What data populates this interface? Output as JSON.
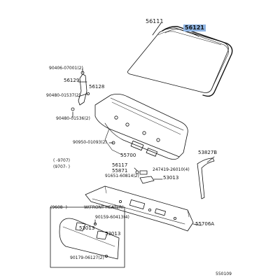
{
  "diagram": {
    "highlight_color": "#8eb4e3",
    "line_color": "#111111",
    "inset_box": {
      "heading_code": "(9608-      )",
      "heading_note": "W(FRONT HEATER)"
    },
    "labels": {
      "p56111": "56111",
      "p56121": "56121",
      "p90406": "90406-07001(2)",
      "p56129": "56129",
      "p56128": "56128",
      "p90480a": "90480-01537(2)",
      "p90480b": "90480-01536(2)",
      "p90950": "90950-01093(2)",
      "p55700": "55700",
      "p9707a": "(    -9707)",
      "p9707b": "(9707-      )",
      "p56117": "56117",
      "p55871": "55871",
      "p91651": "91651-60814(2)",
      "p247419": "247419-26010(4)",
      "p53013a": "53013",
      "p53827b": "53827B",
      "p55706a": "55706A",
      "p53013b": "53013",
      "p90159": "90159-60413(4)",
      "p53013c": "53013",
      "p90179": "90179-06127(2)",
      "footer_code": "550109"
    }
  }
}
